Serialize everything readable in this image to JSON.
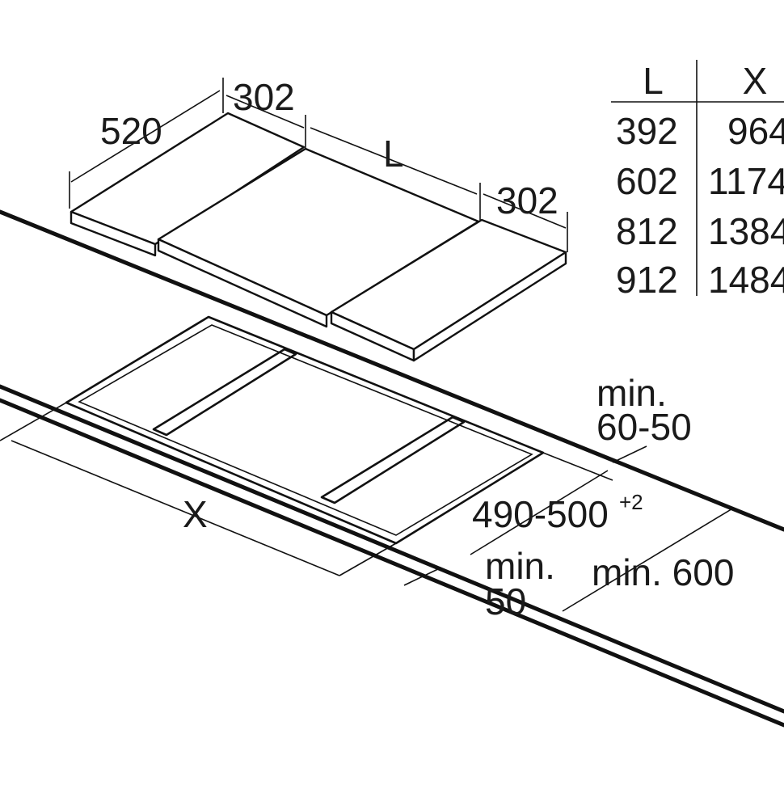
{
  "dimensions": {
    "hob_depth": "520",
    "side_width_left": "302",
    "center_length": "L",
    "side_width_right": "302",
    "overall_width": "X",
    "cutout_depth": "490-500",
    "cutout_depth_tolerance": "+2",
    "worktop_front_line1": "min.",
    "worktop_front_line2": "60-50",
    "side_clearance_line1": "min.",
    "side_clearance_line2": "50",
    "wall_clearance": "min. 600"
  },
  "table": {
    "headers": [
      "L",
      "X"
    ],
    "rows": [
      [
        "392",
        "964"
      ],
      [
        "602",
        "1174"
      ],
      [
        "812",
        "1384"
      ],
      [
        "912",
        "1484"
      ]
    ]
  }
}
